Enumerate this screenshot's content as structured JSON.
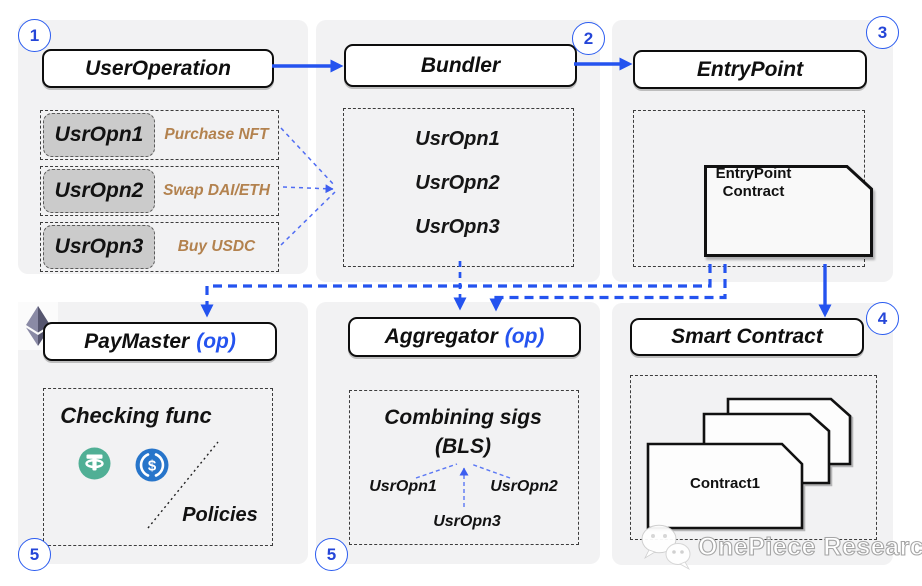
{
  "badges": {
    "user_operation": "1",
    "bundler": "2",
    "entry_point": "3",
    "smart_contract": "4",
    "paymaster": "5",
    "aggregator": "5"
  },
  "panels": {
    "user_operation": {
      "title": "UserOperation",
      "items": [
        {
          "name": "UsrOpn1",
          "desc": "Purchase NFT"
        },
        {
          "name": "UsrOpn2",
          "desc": "Swap DAI/ETH"
        },
        {
          "name": "UsrOpn3",
          "desc": "Buy USDC"
        }
      ]
    },
    "bundler": {
      "title": "Bundler",
      "items": [
        "UsrOpn1",
        "UsrOpn2",
        "UsrOpn3"
      ]
    },
    "entry_point": {
      "title": "EntryPoint",
      "contract_label_line1": "EntryPoint",
      "contract_label_line2": "Contract"
    },
    "paymaster": {
      "title": "PayMaster",
      "suffix": "(op)",
      "function_label": "Checking func",
      "policies_label": "Policies",
      "icons": [
        "tether-icon",
        "usdc-icon",
        "ethereum-icon"
      ]
    },
    "aggregator": {
      "title": "Aggregator",
      "suffix": "(op)",
      "combining_label_line1": "Combining sigs",
      "combining_label_line2": "(BLS)",
      "items": [
        "UsrOpn1",
        "UsrOpn2",
        "UsrOpn3"
      ]
    },
    "smart_contract": {
      "title": "Smart Contract",
      "contract_label": "Contract1"
    }
  },
  "watermark": {
    "text": "OnePiece Research",
    "logo": "wechat-logo-icon"
  },
  "colors": {
    "arrow_blue": "#2453ef",
    "light_dash_blue": "#4f6cf3",
    "panel_bg": "#f2f2f3",
    "chip_gray": "#cbcbcb",
    "description_orange": "#b3824e",
    "tether_green": "#50af95",
    "usdc_blue": "#2775ca",
    "ethereum_gray": "#6e6e8a"
  }
}
